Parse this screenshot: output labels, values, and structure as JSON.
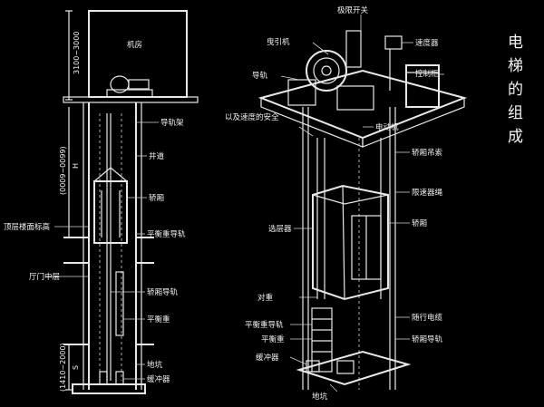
{
  "title": {
    "chars": [
      "电",
      "梯",
      "的",
      "组",
      "成"
    ]
  },
  "left": {
    "machine_room": "机房",
    "dim_top": "3100~3000",
    "dim_mid": "(0009~0099)",
    "dim_mid_h": "H",
    "dim_bottom": "(1410~2000)",
    "dim_bottom_s": "S",
    "labels": {
      "buffer_top": "导轨架",
      "shaft": "井道",
      "car": "轿厢",
      "counterweight_rail": "平衡重导轨",
      "top_floor": "顶层楼面标高",
      "hall_door": "厅门中层",
      "car_rail": "轿厢导轨",
      "counterweight": "平衡重",
      "pit": "地坑",
      "buffer": "缓冲器"
    }
  },
  "right": {
    "labels": {
      "limit_switch": "极限开关",
      "traction": "曳引机",
      "speed_governor": "速度器",
      "control_cabinet": "控制柜",
      "guide": "导轨",
      "landing": "以及速度的安全",
      "shaft_ctrl": "电动机",
      "selector": "选层器",
      "car_frame": "轿厢吊索",
      "speed_rope": "限速器绳",
      "car_body": "轿厢",
      "counter_pulley": "对重",
      "rope": "随行电缆",
      "cw_rail": "平衡重导轨",
      "cw": "平衡重",
      "car_rail": "轿厢导轨",
      "buffer": "缓冲器",
      "pit": "地坑"
    }
  }
}
